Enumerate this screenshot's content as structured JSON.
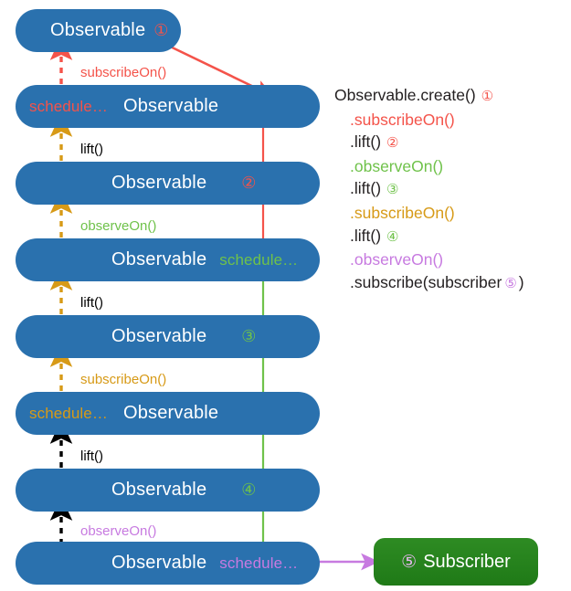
{
  "diagram": {
    "title": "RxJava subscribeOn / observeOn scheduler chain",
    "colors": {
      "bar_blue": "#2a71ae",
      "red": "#f4534a",
      "green": "#6fc24a",
      "orange": "#d79a17",
      "black": "#000000",
      "purple": "#c77ae0",
      "subscriber_green": "#2e8b23",
      "white": "#ffffff"
    },
    "bars": [
      {
        "id": "bar-1",
        "title": "Observable",
        "marker": "①",
        "marker_color": "#f4534a",
        "schedule": "",
        "schedule_color": ""
      },
      {
        "id": "bar-2",
        "title": "Observable",
        "marker": "",
        "marker_color": "",
        "schedule": "schedule…",
        "schedule_color": "#f4534a"
      },
      {
        "id": "bar-3",
        "title": "Observable",
        "marker": "②",
        "marker_color": "#f4534a",
        "schedule": "",
        "schedule_color": ""
      },
      {
        "id": "bar-4",
        "title": "Observable",
        "marker": "",
        "marker_color": "",
        "schedule": "schedule…",
        "schedule_color": "#6fc24a"
      },
      {
        "id": "bar-5",
        "title": "Observable",
        "marker": "③",
        "marker_color": "#6fc24a",
        "schedule": "",
        "schedule_color": ""
      },
      {
        "id": "bar-6",
        "title": "Observable",
        "marker": "",
        "marker_color": "",
        "schedule": "schedule…",
        "schedule_color": "#d79a17"
      },
      {
        "id": "bar-7",
        "title": "Observable",
        "marker": "④",
        "marker_color": "#6fc24a",
        "schedule": "",
        "schedule_color": ""
      },
      {
        "id": "bar-8",
        "title": "Observable",
        "marker": "",
        "marker_color": "",
        "schedule": "schedule…",
        "schedule_color": "#c77ae0"
      }
    ],
    "edge_labels": [
      {
        "id": "edge-1",
        "text": "subscribeOn()",
        "color": "#f4534a"
      },
      {
        "id": "edge-2",
        "text": "lift()",
        "color": "#000000"
      },
      {
        "id": "edge-3",
        "text": "observeOn()",
        "color": "#6fc24a"
      },
      {
        "id": "edge-4",
        "text": "lift()",
        "color": "#000000"
      },
      {
        "id": "edge-5",
        "text": "subscribeOn()",
        "color": "#d79a17"
      },
      {
        "id": "edge-6",
        "text": "lift()",
        "color": "#000000"
      },
      {
        "id": "edge-7",
        "text": "observeOn()",
        "color": "#c77ae0"
      }
    ],
    "subscriber": {
      "marker": "⑤",
      "label": "Subscriber"
    },
    "code": {
      "lines": [
        {
          "id": "code-line-1",
          "indent": false,
          "text": "Observable.create()",
          "text_color": "#231f20",
          "marker": "①",
          "marker_color": "#f4534a"
        },
        {
          "id": "code-line-2",
          "indent": true,
          "text": ".subscribeOn()",
          "text_color": "#f4534a",
          "marker": "",
          "marker_color": ""
        },
        {
          "id": "code-line-3",
          "indent": true,
          "text": ".lift()",
          "text_color": "#231f20",
          "marker": "②",
          "marker_color": "#f4534a"
        },
        {
          "id": "code-line-4",
          "indent": true,
          "text": ".observeOn()",
          "text_color": "#6fc24a",
          "marker": "",
          "marker_color": ""
        },
        {
          "id": "code-line-5",
          "indent": true,
          "text": ".lift()",
          "text_color": "#231f20",
          "marker": "③",
          "marker_color": "#6fc24a"
        },
        {
          "id": "code-line-6",
          "indent": true,
          "text": ".subscribeOn()",
          "text_color": "#d79a17",
          "marker": "",
          "marker_color": ""
        },
        {
          "id": "code-line-7",
          "indent": true,
          "text": ".lift()",
          "text_color": "#231f20",
          "marker": "④",
          "marker_color": "#6fc24a"
        },
        {
          "id": "code-line-8",
          "indent": true,
          "text": ".observeOn()",
          "text_color": "#c77ae0",
          "marker": "",
          "marker_color": ""
        },
        {
          "id": "code-line-9",
          "indent": true,
          "text": ".subscribe(subscriber",
          "text_color": "#231f20",
          "marker": "⑤",
          "marker_color": "#c77ae0",
          "tail": ")"
        }
      ]
    }
  }
}
